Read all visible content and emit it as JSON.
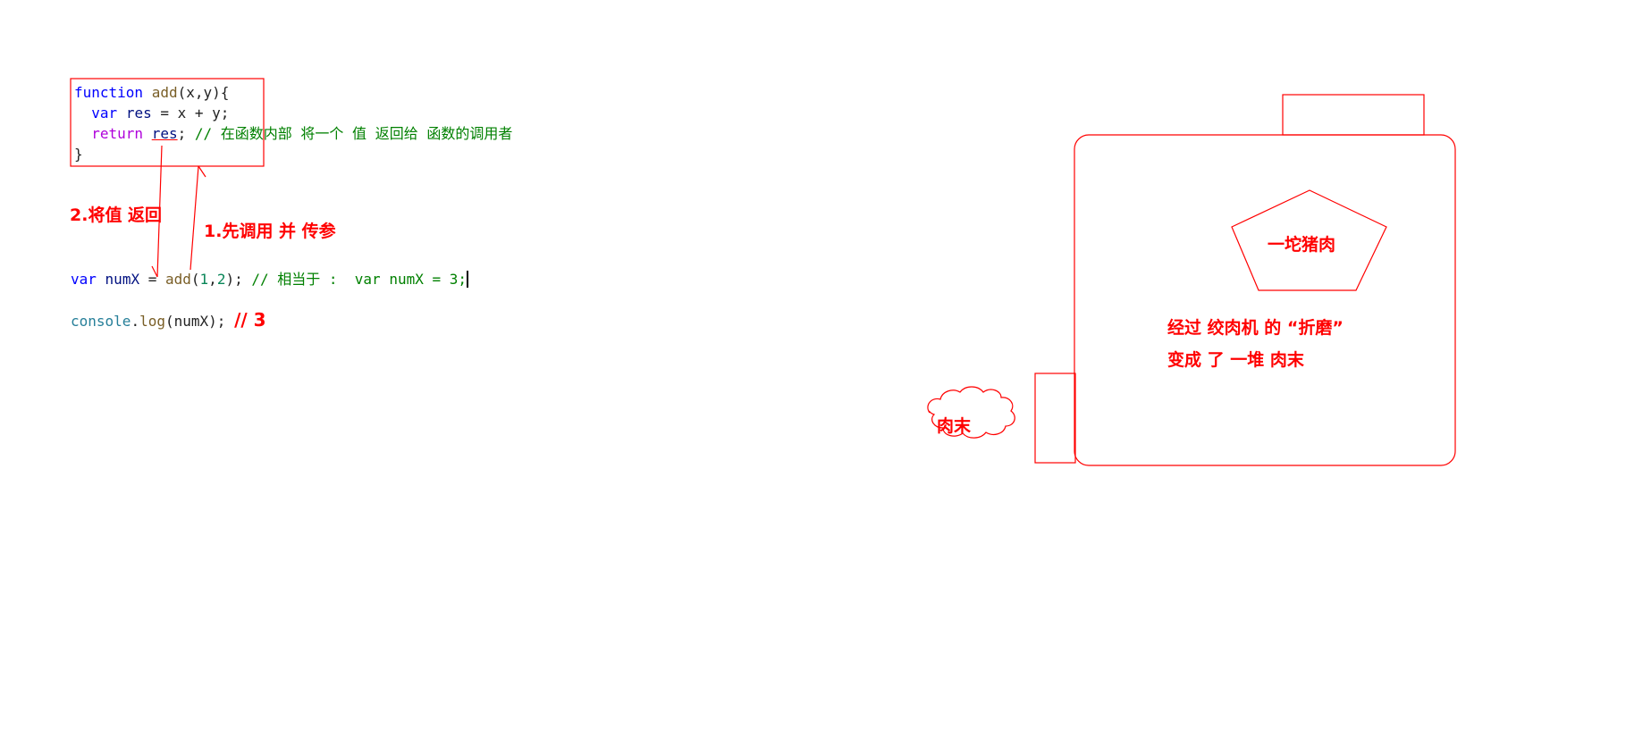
{
  "code": {
    "line1": {
      "kw": "function",
      "fn": "add",
      "params": "(x,y){"
    },
    "line2": {
      "kw": "var",
      "var": "res",
      "rest": " = x + y;"
    },
    "line3": {
      "kw": "return",
      "var": "res",
      "semi": ";",
      "comment": "// 在函数内部 将一个 值 返回给 函数的调用者"
    },
    "line4": {
      "brace": "}"
    },
    "line5": {
      "kw": "var",
      "var": "numX",
      "eq": " = ",
      "fn": "add",
      "open": "(",
      "n1": "1",
      "comma": ",",
      "n2": "2",
      "close": ");",
      "comment": "// 相当于 :  var numX = 3;"
    },
    "line6": {
      "cls": "console",
      "dot": ".",
      "fn": "log",
      "args": "(numX);",
      "result": "// 3"
    }
  },
  "annotations": {
    "return_value": "2.将值 返回",
    "call_and_pass": "1.先调用 并 传参"
  },
  "grinder": {
    "input_label": "一坨猪肉",
    "process_line1": "经过 绞肉机 的 “折磨”",
    "process_line2": "变成  了 一堆 肉末",
    "output_label": "肉末"
  },
  "colors": {
    "annotation": "#ff0000",
    "keyword": "#0000ff",
    "comment": "#008000"
  }
}
